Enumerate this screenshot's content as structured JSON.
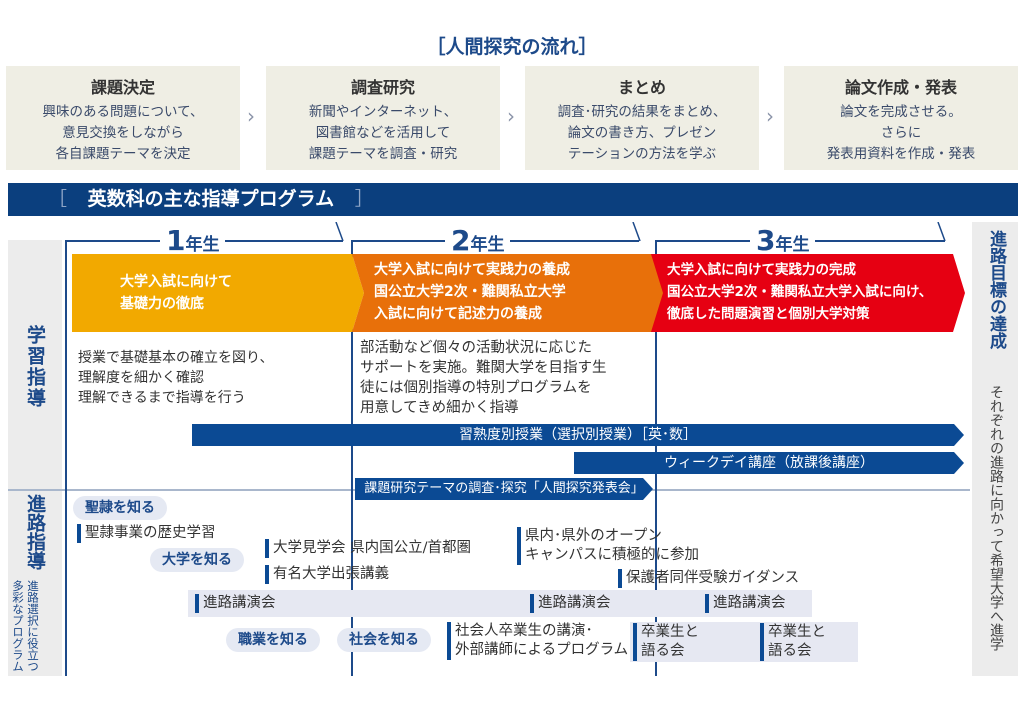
{
  "flow": {
    "title": "［人間探究の流れ］",
    "steps": [
      {
        "heading": "課題決定",
        "lines": [
          "興味のある問題について、",
          "意見交換をしながら",
          "各自課題テーマを決定"
        ]
      },
      {
        "heading": "調査研究",
        "lines": [
          "新聞やインターネット、",
          "図書館などを活用して",
          "課題テーマを調査・研究"
        ]
      },
      {
        "heading": "まとめ",
        "lines": [
          "調査･研究の結果をまとめ、",
          "論文の書き方、プレゼン",
          "テーションの方法を学ぶ"
        ]
      },
      {
        "heading": "論文作成・発表",
        "lines": [
          "論文を完成させる。",
          "さらに",
          "発表用資料を作成・発表"
        ]
      }
    ]
  },
  "program": {
    "title": "英数科の主な指導プログラム",
    "bracket_open": "［",
    "bracket_close": "］"
  },
  "years": [
    {
      "num": "1",
      "unit": "年生"
    },
    {
      "num": "2",
      "unit": "年生"
    },
    {
      "num": "3",
      "unit": "年生"
    }
  ],
  "left_labels": {
    "study": "学習指導",
    "career": "進路指導",
    "career_sub": "進路選択に役立つ多彩なプログラム"
  },
  "right_label": {
    "main": "進路目標の達成",
    "sub": "それぞれの進路に向かって希望大学へ進学"
  },
  "bands": [
    {
      "lines": [
        "大学入試に向けて",
        "基礎力の徹底"
      ],
      "color": "#f2a900"
    },
    {
      "lines": [
        "大学入試に向けて実践力の養成",
        "国公立大学2次・難関私立大学",
        "入試に向けて記述力の養成"
      ],
      "color": "#e8700a"
    },
    {
      "lines": [
        "大学入試に向けて実践力の完成",
        "国公立大学2次・難関私立大学入試に向け、",
        "徹底した問題演習と個別大学対策"
      ],
      "color": "#e60012"
    }
  ],
  "paras": [
    [
      "授業で基礎基本の確立を図り、",
      "理解度を細かく確認",
      "理解できるまで指導を行う"
    ],
    [
      "部活動など個々の活動状況に応じた",
      "サポートを実施。難関大学を目指す生",
      "徒には個別指導の特別プログラムを",
      "用意してきめ細かく指導"
    ]
  ],
  "bars": [
    "習熟度別授業（選択別授業）［英･数］",
    "ウィークデイ講座（放課後講座）",
    "課題研究テーマの調査･探究「人間探究発表会」"
  ],
  "pills": [
    "聖隷を知る",
    "大学を知る",
    "職業を知る",
    "社会を知る"
  ],
  "items": {
    "seirei": "聖隷事業の歴史学習",
    "visit": "大学見学会 県内国公立/首都圏",
    "lecture": "有名大学出張講義",
    "open": [
      "県内･県外のオープン",
      "キャンパスに積極的に参加"
    ],
    "guidance": "保護者同伴受験ガイダンス",
    "career_talk": "進路講演会",
    "alumni_program": [
      "社会人卒業生の講演･",
      "外部講師によるプログラム"
    ],
    "alumni_talk": [
      "卒業生と",
      "語る会"
    ]
  }
}
